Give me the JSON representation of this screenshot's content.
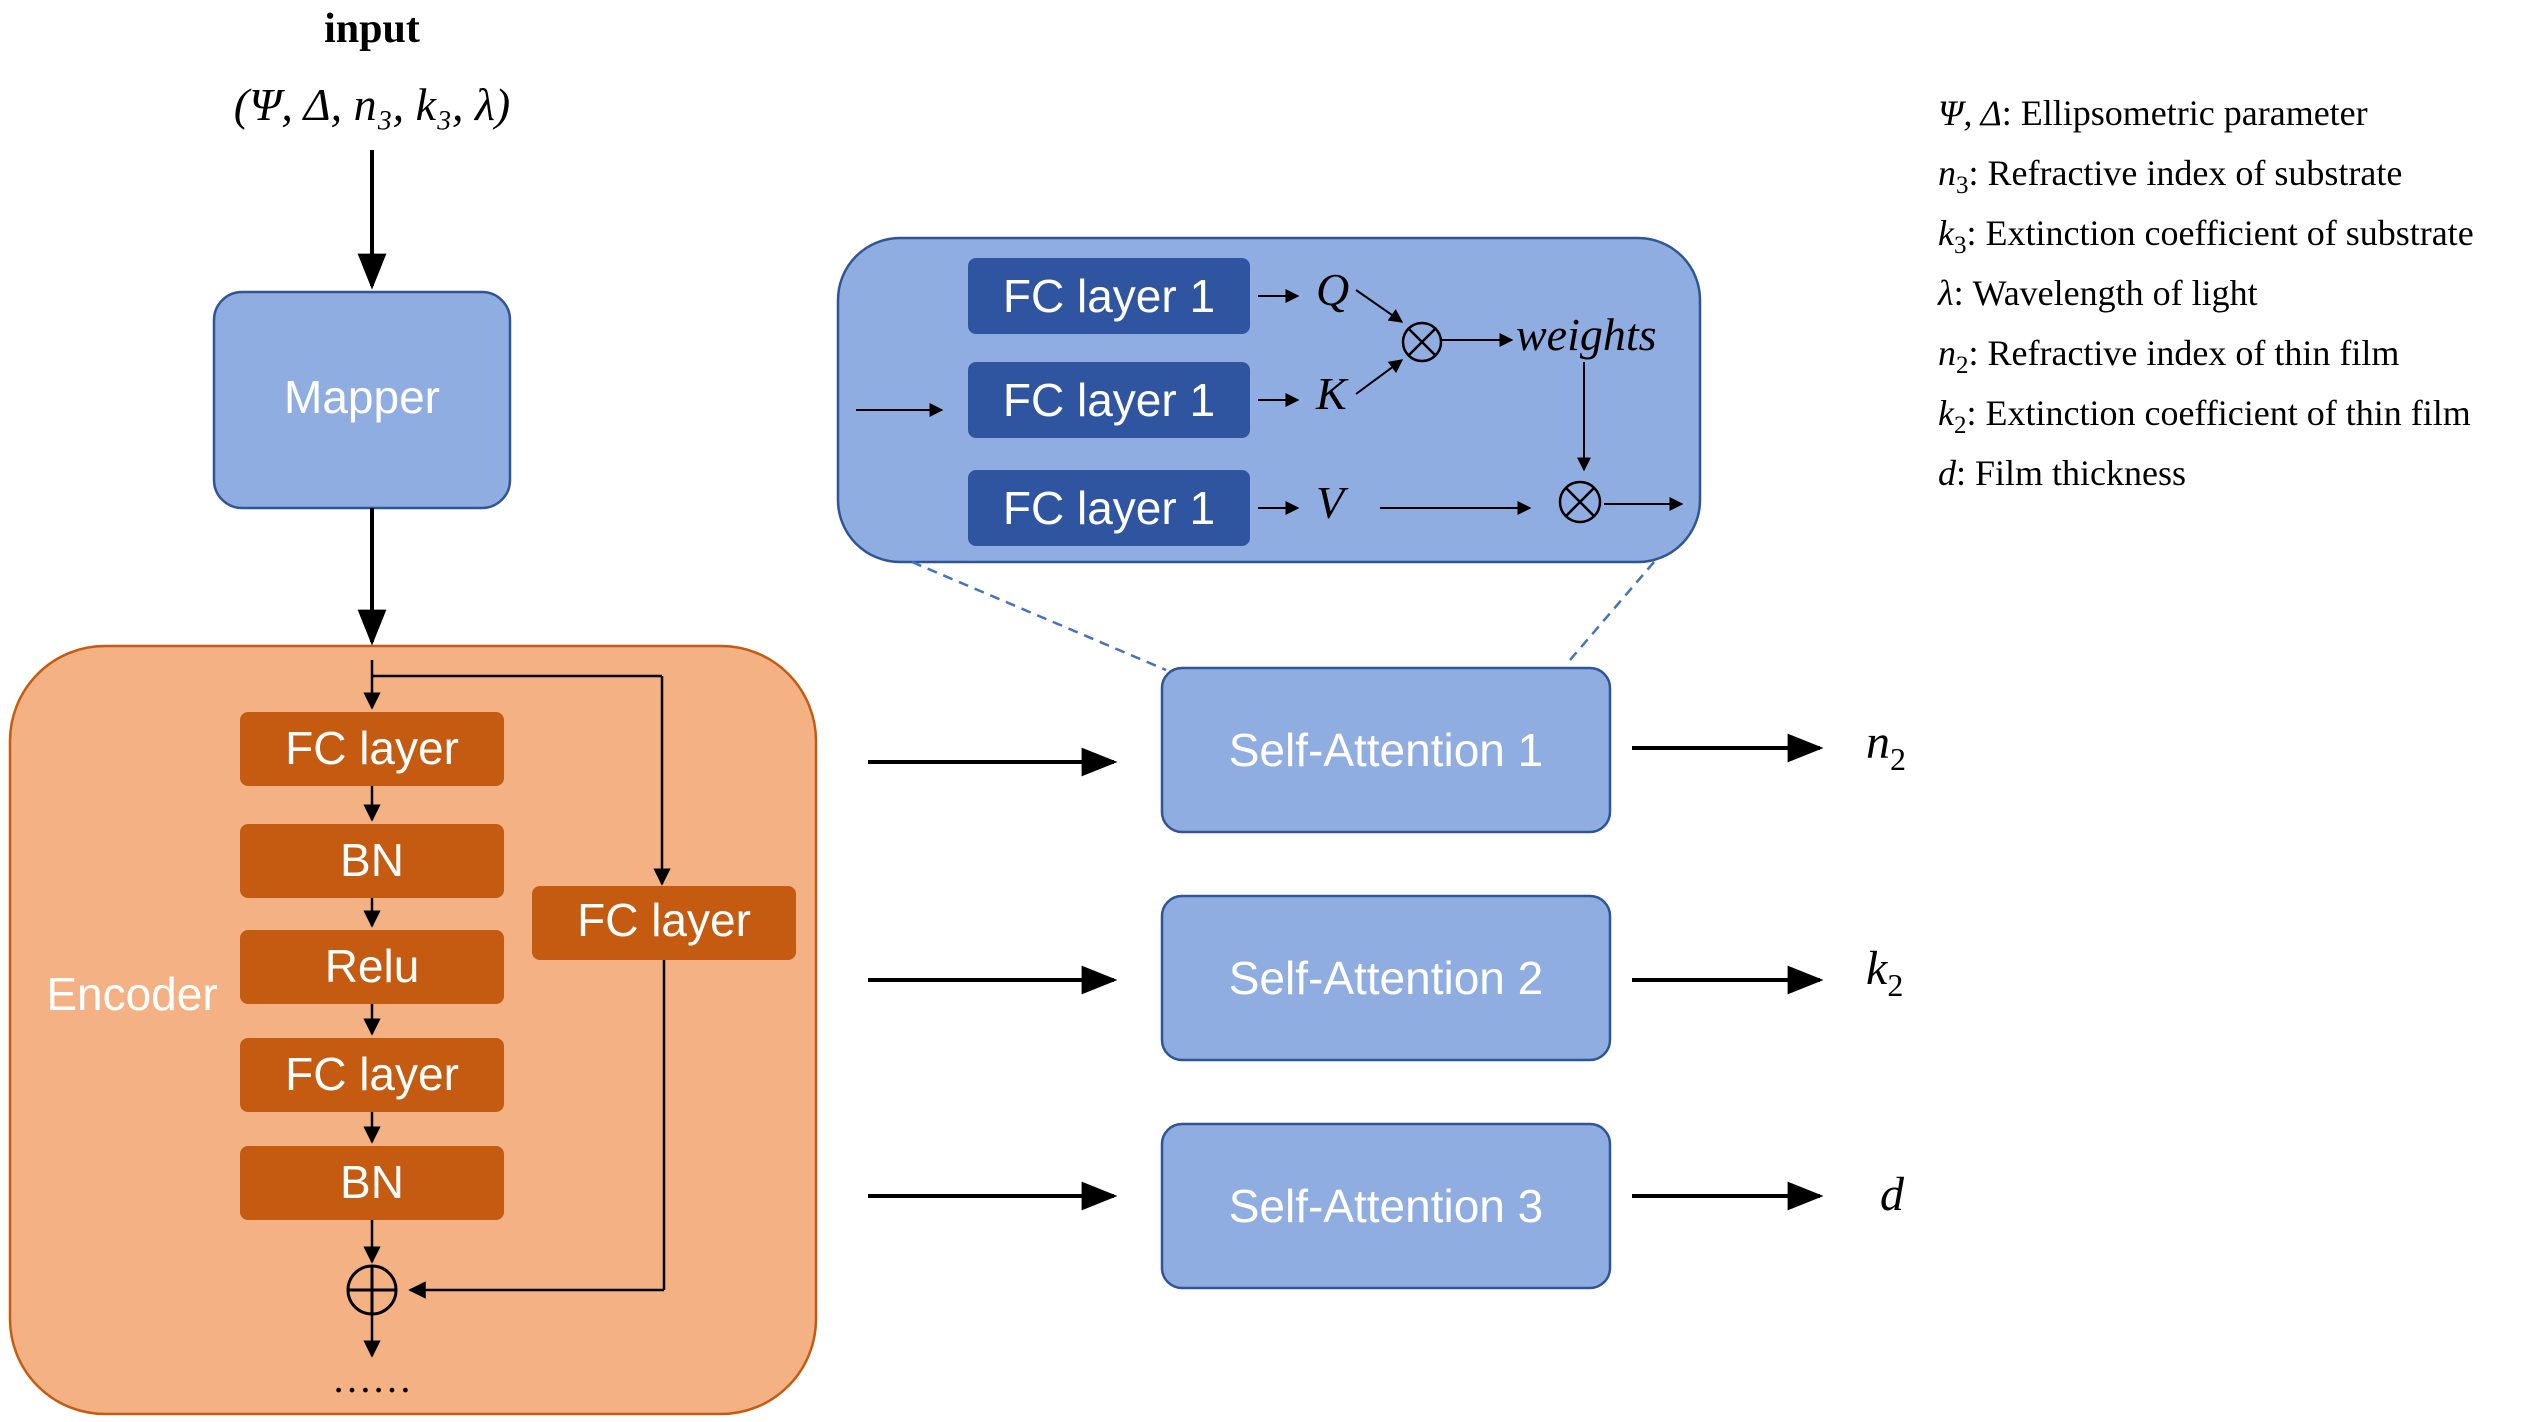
{
  "input": {
    "title": "input",
    "params_text": "(Ψ, Δ, n₃, k₃, λ)"
  },
  "mapper_label": "Mapper",
  "encoder": {
    "label": "Encoder",
    "blocks": [
      "FC layer",
      "BN",
      "Relu",
      "FC layer",
      "BN"
    ],
    "skip_block": "FC layer",
    "add_symbol": "⊕",
    "continuation": "……"
  },
  "attention_detail": {
    "fc_labels": [
      "FC layer 1",
      "FC layer 1",
      "FC layer 1"
    ],
    "q": "Q",
    "k": "K",
    "v": "V",
    "weights": "weights",
    "mult_symbol": "⊗"
  },
  "self_attention": [
    {
      "label": "Self-Attention 1",
      "output_symbol": "n",
      "output_sub": "2"
    },
    {
      "label": "Self-Attention 2",
      "output_symbol": "k",
      "output_sub": "2"
    },
    {
      "label": "Self-Attention 3",
      "output_symbol": "d",
      "output_sub": ""
    }
  ],
  "legend": [
    {
      "symbol": "Ψ, Δ",
      "sub": "",
      "text": ": Ellipsometric parameter"
    },
    {
      "symbol": "n",
      "sub": "3",
      "text": ": Refractive index of substrate"
    },
    {
      "symbol": "k",
      "sub": "3",
      "text": ": Extinction coefficient of substrate"
    },
    {
      "symbol": "λ",
      "sub": "",
      "text": ": Wavelength of light"
    },
    {
      "symbol": "n",
      "sub": "2",
      "text": ": Refractive index of thin film"
    },
    {
      "symbol": "k",
      "sub": "2",
      "text": ": Extinction coefficient of thin film"
    },
    {
      "symbol": "d",
      "sub": "",
      "text": ": Film thickness"
    }
  ],
  "colors": {
    "light_blue": "#8FADE0",
    "light_blue_border": "#2F5597",
    "dark_blue": "#2F55A1",
    "encoder_bg": "#F4B183",
    "encoder_border": "#C55A11",
    "orange_block": "#C55A11",
    "white": "#FFFFFF",
    "black": "#000000"
  }
}
